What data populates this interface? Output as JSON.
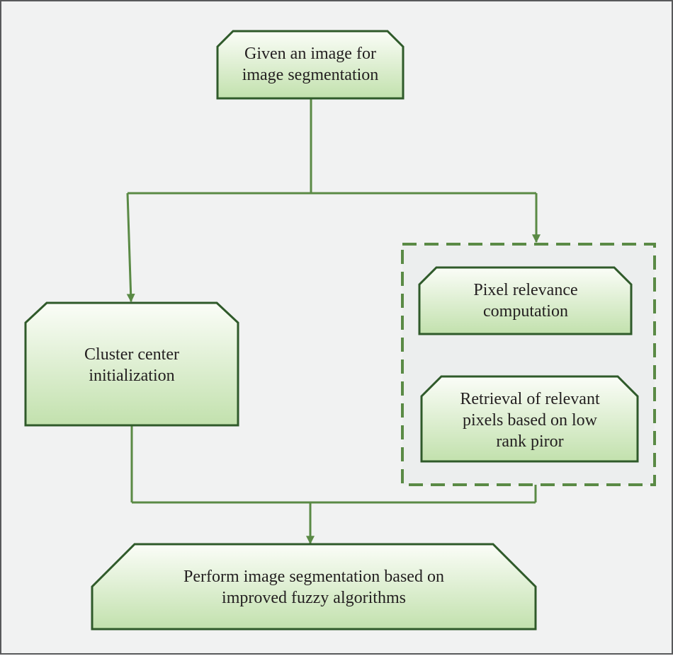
{
  "colors": {
    "background": "#f1f2f2",
    "frame_border": "#58595b",
    "box_stroke": "#2f5a2a",
    "box_fill_top": "#fbfdf8",
    "box_fill_bottom": "#c2e1ad",
    "connector": "#5a8a45",
    "dashed_group": "#5a8a45",
    "text": "#231f20"
  },
  "nodes": {
    "given_image": "Given an image for\nimage segmentation",
    "cluster_center": "Cluster center\ninitialization",
    "pixel_relevance": "Pixel relevance\ncomputation",
    "retrieval": "Retrieval of relevant\npixels based on low\nrank piror",
    "perform_segmentation": "Perform image segmentation based on\nimproved fuzzy algorithms"
  }
}
